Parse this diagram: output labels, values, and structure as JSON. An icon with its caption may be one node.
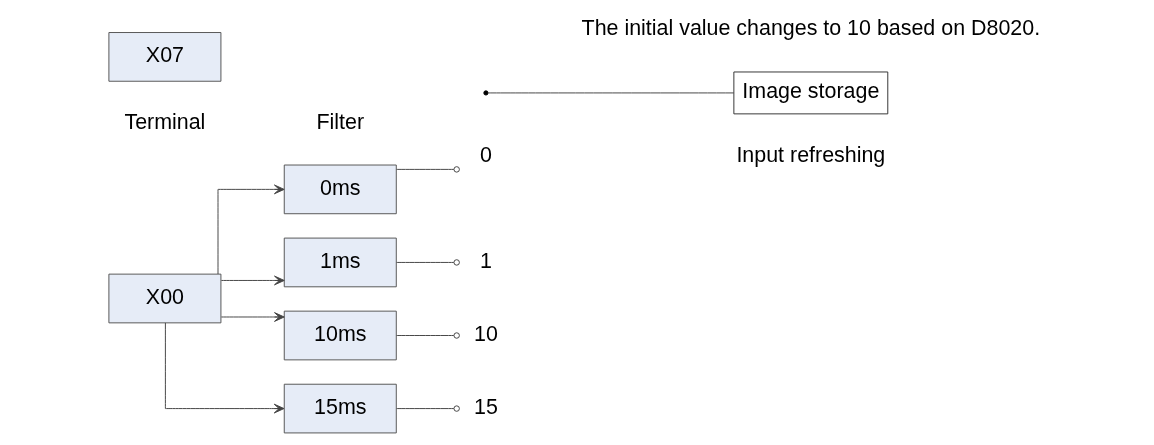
{
  "diagram": {
    "nodes": [
      {
        "text": [
          "X00"
        ]
      },
      {
        "text": [
          "X07"
        ]
      },
      {
        "text": [
          "0ms"
        ]
      },
      {
        "text": [
          "1ms"
        ]
      },
      {
        "text": [
          "10ms"
        ]
      },
      {
        "text": [
          "15ms"
        ]
      },
      {
        "text": [
          "0"
        ]
      },
      {
        "text": [
          "1"
        ]
      },
      {
        "text": [
          "10"
        ]
      },
      {
        "text": [
          "15"
        ]
      },
      {
        "text": [
          "Image storage"
        ]
      }
    ],
    "edges": [
      {
        "from": 0,
        "to": 2,
        "arrow": "to"
      },
      {
        "from": 0,
        "to": 3,
        "arrow": "to"
      },
      {
        "from": 0,
        "to": 4,
        "arrow": "to"
      },
      {
        "from": 0,
        "to": 5,
        "arrow": "to"
      },
      {
        "from": 2,
        "to": 6,
        "arrow": "other"
      },
      {
        "from": 3,
        "to": 7,
        "arrow": "other"
      },
      {
        "from": 4,
        "to": 8,
        "arrow": "other"
      },
      {
        "from": 5,
        "to": 9,
        "arrow": "other"
      },
      {
        "from": 10,
        "to": null,
        "arrow": "none"
      }
    ],
    "labels": [
      "Terminal",
      "Filter",
      "The initial value changes to 10 based on D8020.",
      "Input refreshing"
    ]
  }
}
